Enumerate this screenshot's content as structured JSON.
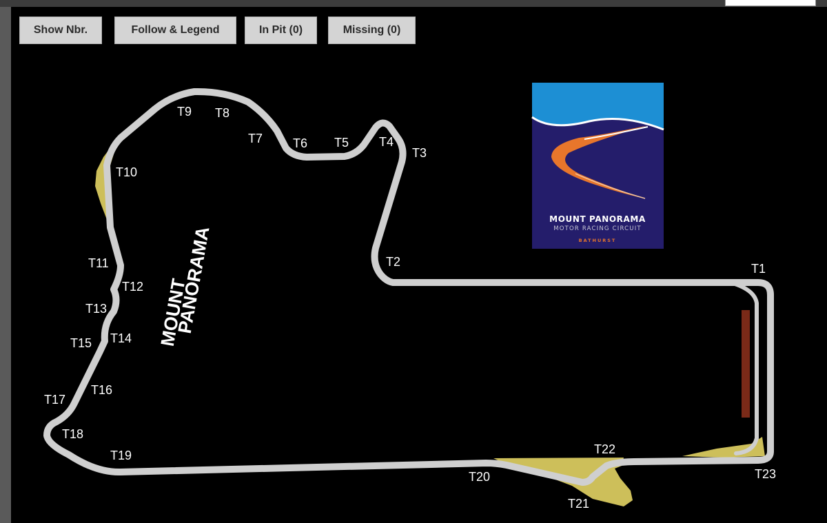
{
  "toolbar": {
    "show_number": "Show Nbr.",
    "follow_legend": "Follow & Legend",
    "in_pit": "In Pit (0)",
    "missing": "Missing (0)"
  },
  "track_name": {
    "line1": "MOUNT",
    "line2": "PANORAMA"
  },
  "turns": {
    "t1": "T1",
    "t2": "T2",
    "t3": "T3",
    "t4": "T4",
    "t5": "T5",
    "t6": "T6",
    "t7": "T7",
    "t8": "T8",
    "t9": "T9",
    "t10": "T10",
    "t11": "T11",
    "t12": "T12",
    "t13": "T13",
    "t14": "T14",
    "t15": "T15",
    "t16": "T16",
    "t17": "T17",
    "t18": "T18",
    "t19": "T19",
    "t20": "T20",
    "t21": "T21",
    "t22": "T22",
    "t23": "T23"
  },
  "logo": {
    "title": "MOUNT PANORAMA",
    "subtitle": "MOTOR RACING CIRCUIT",
    "location": "BATHURST"
  },
  "colors": {
    "track": "#cfcfcf",
    "runoff": "#cdbf5a",
    "pit_box": "#7a2a18",
    "logo_sky": "#1d8fd4",
    "logo_navy": "#241d6b",
    "logo_orange": "#e8762b"
  }
}
